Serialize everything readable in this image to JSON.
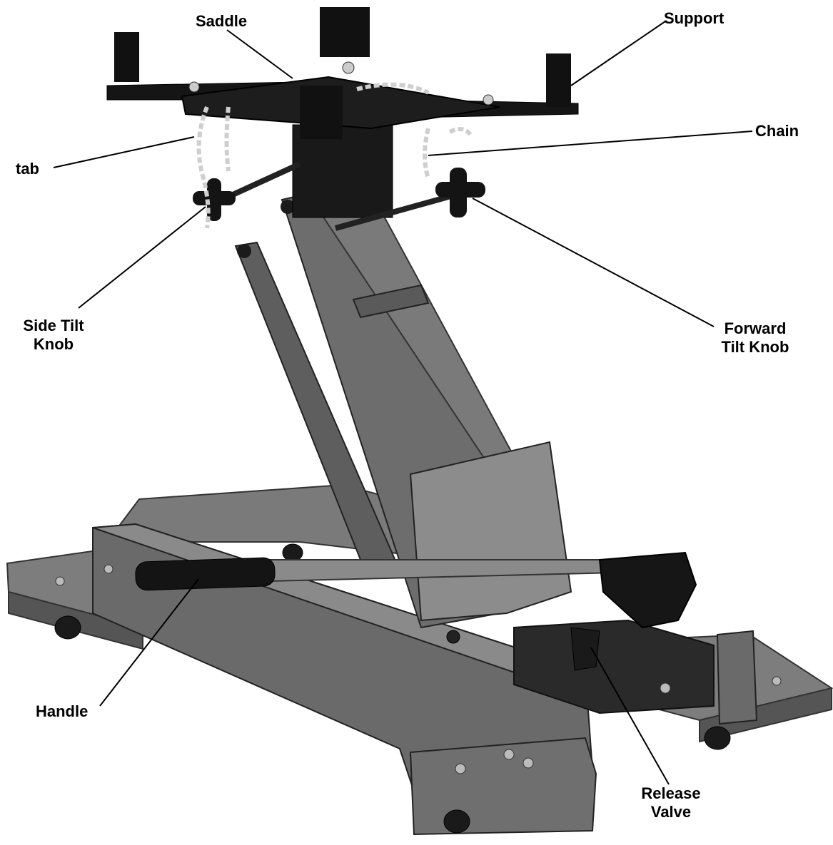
{
  "labels": {
    "saddle": "Saddle",
    "support": "Support",
    "chain": "Chain",
    "tab": "tab",
    "side_tilt_line1": "Side Tilt",
    "side_tilt_line2": "Knob",
    "forward_tilt_line1": "Forward",
    "forward_tilt_line2": "Tilt Knob",
    "handle": "Handle",
    "release_line1": "Release",
    "release_line2": "Valve"
  },
  "colors": {
    "frame": "#6b6b6b",
    "frame_dark": "#4a4a4a",
    "frame_light": "#8a8a8a",
    "black_parts": "#161616",
    "chain": "#c8c8c8",
    "leader": "#000000"
  }
}
